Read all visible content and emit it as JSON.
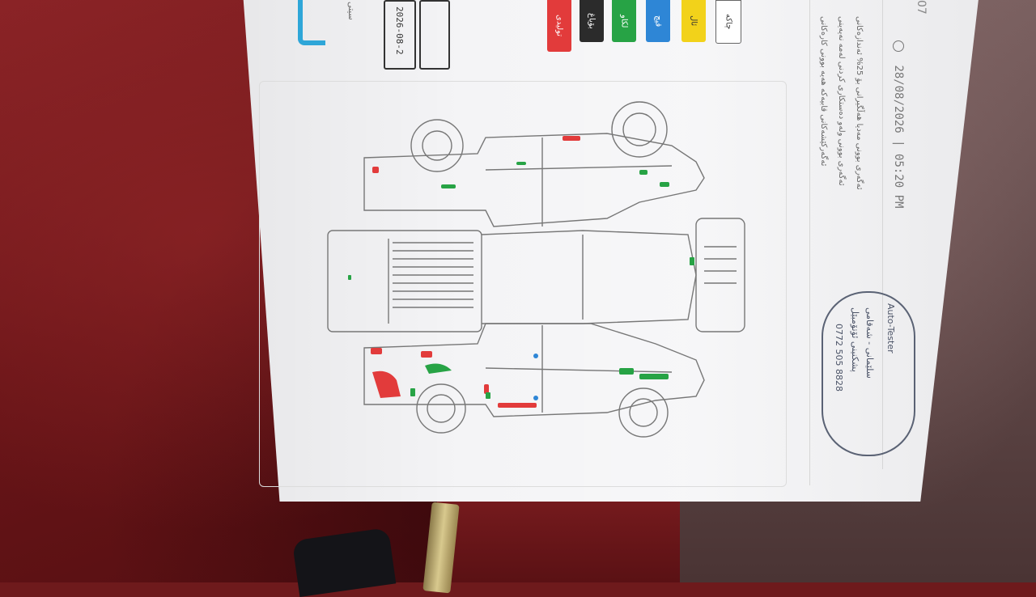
{
  "scene": {
    "background_fabric": "#7a1c1f",
    "background_leather": "#5e4646",
    "paper_color": "#f4f4f6"
  },
  "form": {
    "brand_label": "سیتی",
    "date_value": "2026-08-2",
    "second_field_value": ""
  },
  "legend": {
    "items": [
      {
        "label": "تولیدی",
        "color": "#e23b3b"
      },
      {
        "label": "بۆیاغ",
        "color": "#2b2b2b"
      },
      {
        "label": "لکاو",
        "color": "#27a345"
      },
      {
        "label": "قیچ",
        "color": "#2e86d6"
      },
      {
        "label": "ئال",
        "color": "#f2d21a"
      },
      {
        "label": "چاکه",
        "color": "#ffffff"
      }
    ]
  },
  "notes": {
    "line1": "ئەگەرکێشەکانی قابیەکە ھەیە بوونی کارەکانی",
    "line2": "ئەگەری بوونی ولەو دەستکاری کردنی لەمە نەیەینی",
    "line3": "ئەگەری بوونی مەدیا هەڵگیرانی بۆ 25% ئەندازەکانی"
  },
  "timestamp": {
    "text": "28/08/2026 | 05:20 PM",
    "extra": "07"
  },
  "stamp": {
    "phone": "0772 505 8828",
    "line1": "پشکنینی ئۆتۆمبێل",
    "line2": "سلێمانی - شەقامی",
    "brand": "Auto-Tester"
  },
  "damage_colors": {
    "red": "#e23b3b",
    "green": "#27a345"
  }
}
